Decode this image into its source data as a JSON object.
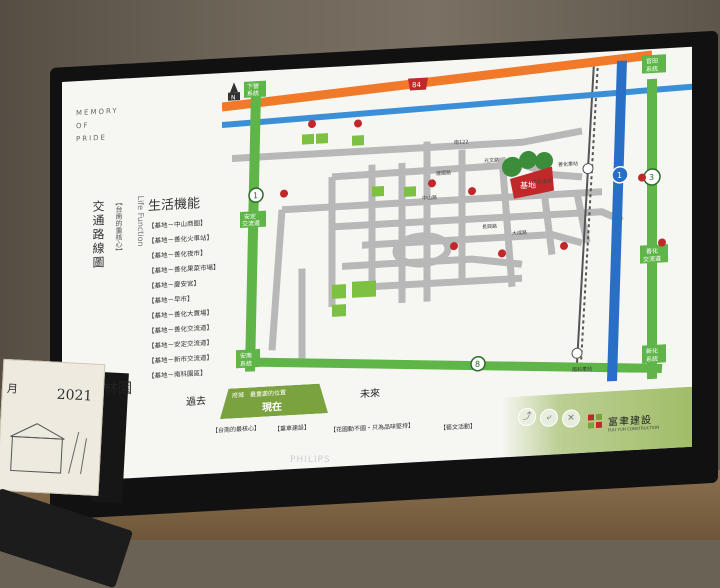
{
  "intro": {
    "memory_lines": [
      "MEMORY",
      "OF",
      "PRIDE"
    ],
    "vertical_title": "交通路線圖",
    "vertical_sub": "【台南的重核心】"
  },
  "life": {
    "title": "生活機能",
    "title_en": "Life Function",
    "items": [
      "【基地－中山商圈】",
      "【基地－善化火車站】",
      "【基地－善化夜市】",
      "【基地－善化果菜市場】",
      "【基地－慶安宮】",
      "【基地－早市】",
      "【基地－善化大賣場】",
      "【基地－善化交流道】",
      "【基地－安定交流道】",
      "【基地－新市交流道】",
      "【基地－南科園區】"
    ]
  },
  "map": {
    "site_label": "基地",
    "highway_84": "84",
    "highway_1": "1",
    "highway_3": "3",
    "highway_8": "8",
    "highway_1b": "1",
    "interchanges": {
      "xiaying": [
        "下營",
        "系統"
      ],
      "guantian": [
        "官田",
        "系統"
      ],
      "anding": [
        "安定",
        "交流道"
      ],
      "shanhua": [
        "善化",
        "交流道"
      ],
      "xinhua": [
        "新化",
        "系統"
      ],
      "annan": [
        "安南",
        "系統"
      ]
    },
    "station_top": "善化車站",
    "station_bottom": "南科車站",
    "station_right": "南科",
    "road_names": [
      "中山路",
      "建國路",
      "光文路",
      "長興路",
      "大成路",
      "善化夜市",
      "南122"
    ]
  },
  "timeline": {
    "past": "過去",
    "present_small": "府城　最重要的位置",
    "present": "現在",
    "future": "未來",
    "labels": [
      "【台南的最核心】",
      "【重車建設】",
      "【花園動不園・只為品味堅持】",
      "【藝文活動】"
    ]
  },
  "calendar": {
    "year": "2021",
    "month_char": "月",
    "partial_text": "林園"
  },
  "brand": {
    "name": "富聿建設",
    "name_en": "FUU YUH CONSTRUCTION"
  },
  "footer_buttons": [
    "⤴",
    "⤶",
    "✕"
  ],
  "monitor_brand": "PHILIPS",
  "colors": {
    "orange_road": "#f07a2a",
    "blue_road": "#3b8fd6",
    "green_road": "#5fb548",
    "site_red": "#c0282a",
    "accent_green": "#7aa23e"
  }
}
